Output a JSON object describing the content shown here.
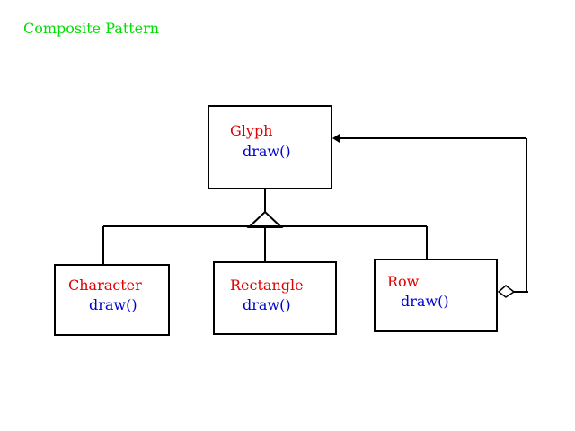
{
  "title": "Composite Pattern",
  "classes": {
    "glyph": {
      "name": "Glyph",
      "operation": "draw()"
    },
    "character": {
      "name": "Character",
      "operation": "draw()"
    },
    "rectangle": {
      "name": "Rectangle",
      "operation": "draw()"
    },
    "row": {
      "name": "Row",
      "operation": "draw()"
    }
  },
  "colors": {
    "title": "#00e000",
    "class_name": "#e00000",
    "operation": "#0000cc",
    "lines": "#000000"
  }
}
